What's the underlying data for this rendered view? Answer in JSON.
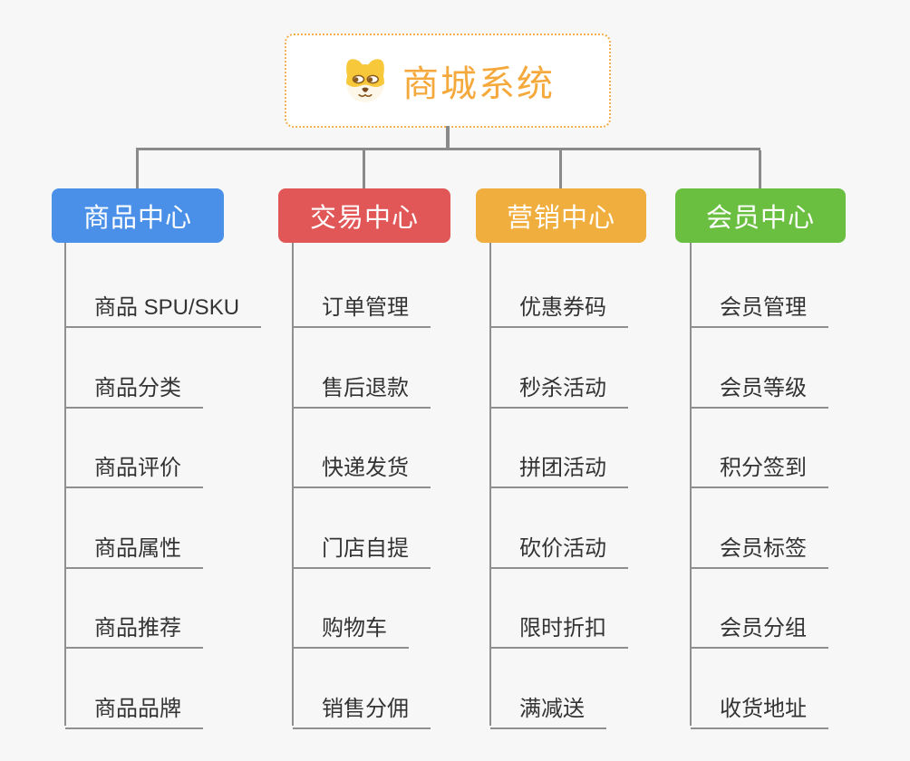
{
  "root": {
    "title": "商城系统",
    "icon": "dog-face-icon"
  },
  "branches": [
    {
      "label": "商品中心",
      "color": "#4a90e8",
      "items": [
        "商品 SPU/SKU",
        "商品分类",
        "商品评价",
        "商品属性",
        "商品推荐",
        "商品品牌"
      ]
    },
    {
      "label": "交易中心",
      "color": "#e15757",
      "items": [
        "订单管理",
        "售后退款",
        "快递发货",
        "门店自提",
        "购物车",
        "销售分佣"
      ]
    },
    {
      "label": "营销中心",
      "color": "#efae3d",
      "items": [
        "优惠券码",
        "秒杀活动",
        "拼团活动",
        "砍价活动",
        "限时折扣",
        "满减送"
      ]
    },
    {
      "label": "会员中心",
      "color": "#6abf40",
      "items": [
        "会员管理",
        "会员等级",
        "积分签到",
        "会员标签",
        "会员分组",
        "收货地址"
      ]
    }
  ],
  "colors": {
    "background": "#f7f7f7",
    "root_border": "#f3ae4e",
    "root_text": "#f5a93c",
    "connector": "#8a8a8a",
    "leaf_line": "#8f8f8f",
    "leaf_text": "#333333"
  }
}
